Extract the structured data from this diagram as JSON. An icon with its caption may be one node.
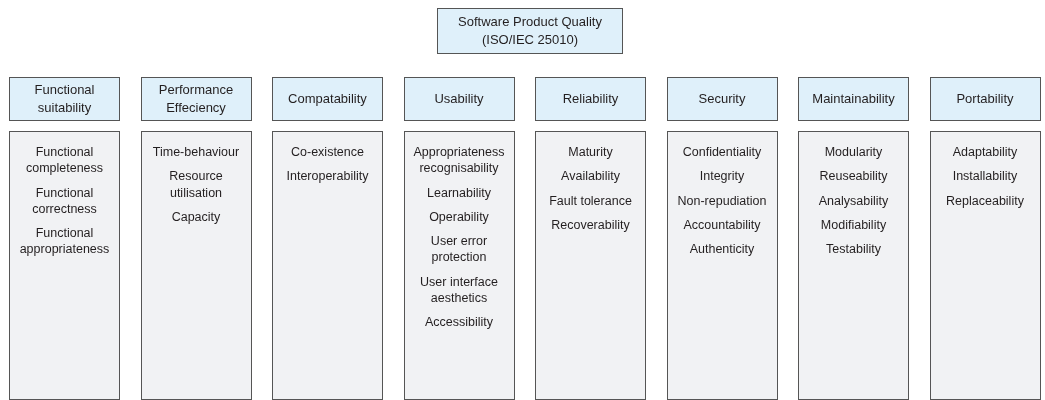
{
  "diagram": {
    "nodes": [
      {
        "text": [
          "Software Product Quality (ISO/IEC 25010)"
        ]
      },
      {
        "text": [
          "Functional suitability"
        ]
      },
      {
        "text": [
          "Performance Effeciency"
        ]
      },
      {
        "text": [
          "Compatability"
        ]
      },
      {
        "text": [
          "Usability"
        ]
      },
      {
        "text": [
          "Reliability"
        ]
      },
      {
        "text": [
          "Security"
        ]
      },
      {
        "text": [
          "Maintainability"
        ]
      },
      {
        "text": [
          "Portability"
        ]
      },
      {
        "text": [
          "Functional completeness",
          "Functional correctness",
          "Functional appropriateness"
        ]
      },
      {
        "text": [
          "Time-behaviour",
          "Resource utilisation",
          "Capacity"
        ]
      },
      {
        "text": [
          "Co-existence",
          "Interoperability"
        ]
      },
      {
        "text": [
          "Appropriateness recognisability",
          "Learnability",
          "Operability",
          "User error protection",
          "User interface aesthetics",
          "Accessibility"
        ]
      },
      {
        "text": [
          "Maturity",
          "Availability",
          "Fault tolerance",
          "Recoverability"
        ]
      },
      {
        "text": [
          "Confidentiality",
          "Integrity",
          "Non-repudiation",
          "Accountability",
          "Authenticity"
        ]
      },
      {
        "text": [
          "Modularity",
          "Reuseability",
          "Analysability",
          "Modifiability",
          "Testability"
        ]
      },
      {
        "text": [
          "Adaptability",
          "Installability",
          "Replaceability"
        ]
      }
    ],
    "edges": []
  }
}
